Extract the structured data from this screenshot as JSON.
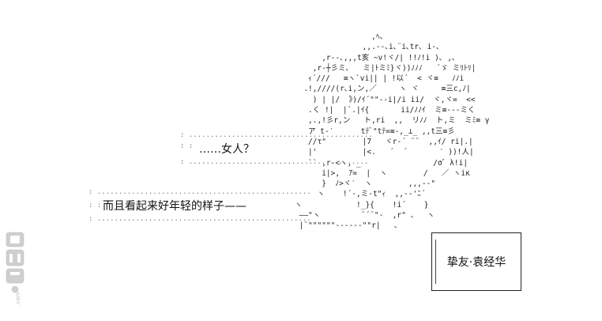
{
  "dialogue": [
    {
      "id": "line1",
      "text": "……女人？"
    },
    {
      "id": "line2",
      "text": "而且看起来好年轻的样子——"
    }
  ],
  "name_card": {
    "text": "挚友·袁经华"
  },
  "watermark": {
    "text": "DM5.com"
  },
  "colors": {
    "background": "#ffffff",
    "ink": "#222222",
    "dots": "#777777"
  }
}
